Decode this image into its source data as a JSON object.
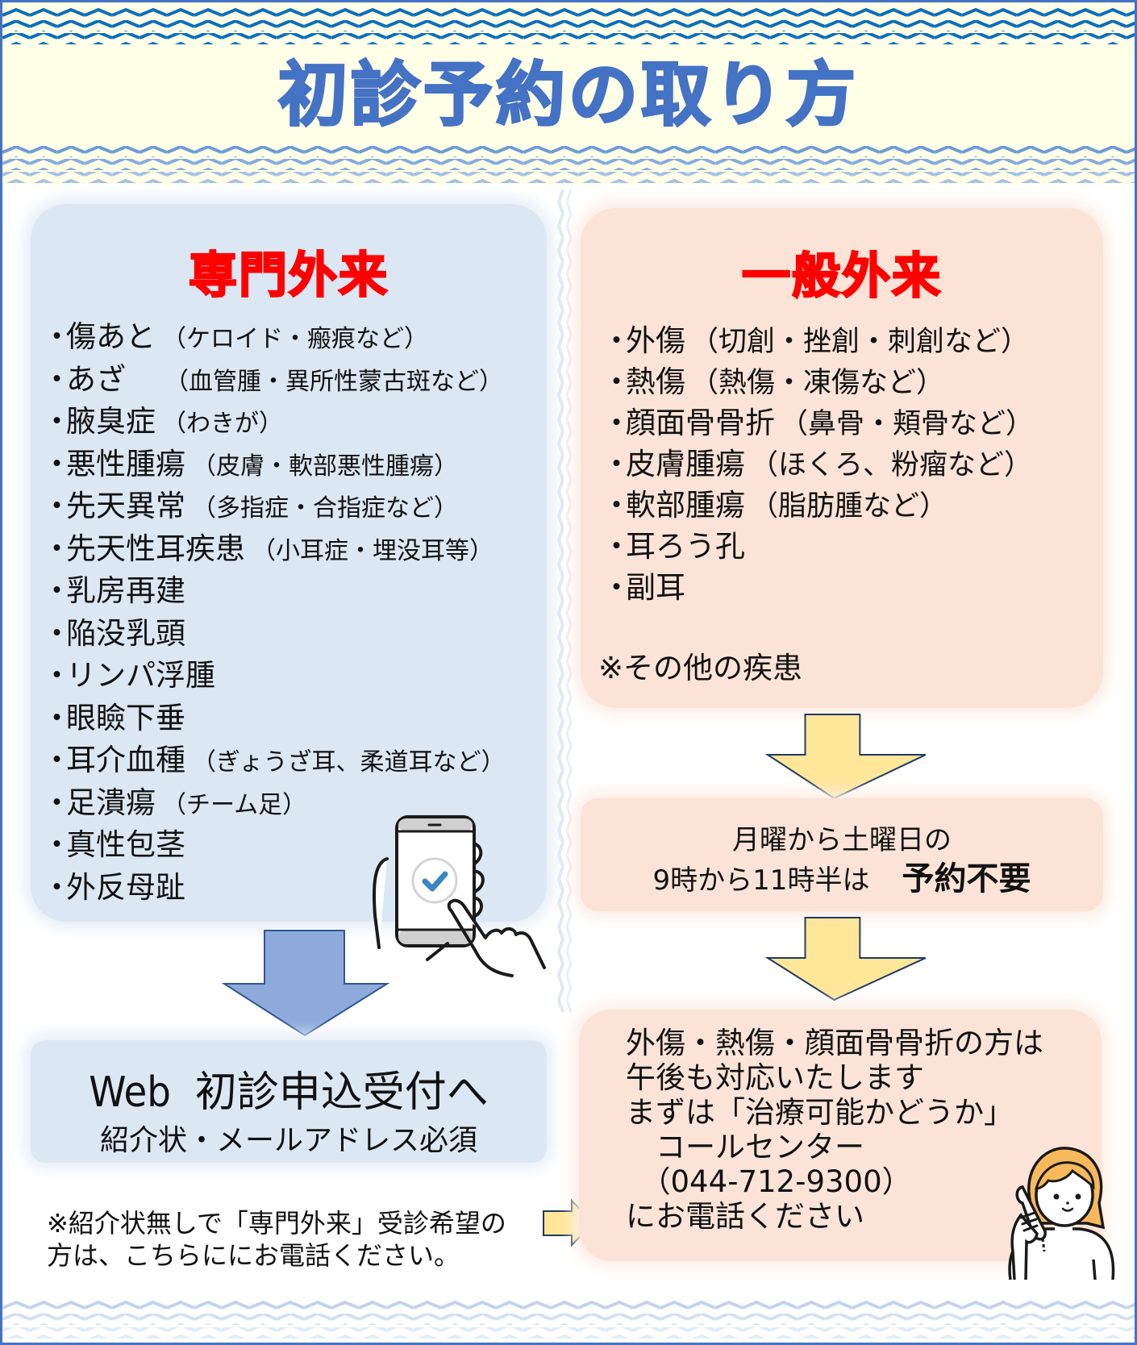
{
  "header": {
    "title": "初診予約の取り方",
    "colors": {
      "background": "#fffee6",
      "title": "#4472c4",
      "wave_dark": "#0070c0",
      "wave_light": "#7fa6dc"
    }
  },
  "specialist": {
    "title": "専門外来",
    "color_panel": "#dce7f4",
    "items": [
      {
        "name": "傷あと",
        "detail": "（ケロイド・瘢痕など）"
      },
      {
        "name": "あざ",
        "detail": "（血管腫・異所性蒙古斑など）"
      },
      {
        "name": "腋臭症",
        "detail": "（わきが）"
      },
      {
        "name": "悪性腫瘍",
        "detail": "（皮膚・軟部悪性腫瘍）"
      },
      {
        "name": "先天異常",
        "detail": "（多指症・合指症など）"
      },
      {
        "name": "先天性耳疾患",
        "detail": "（小耳症・埋没耳等）"
      },
      {
        "name": "乳房再建",
        "detail": ""
      },
      {
        "name": "陥没乳頭",
        "detail": ""
      },
      {
        "name": "リンパ浮腫",
        "detail": ""
      },
      {
        "name": "眼瞼下垂",
        "detail": ""
      },
      {
        "name": "耳介血種",
        "detail": "（ぎょうざ耳、柔道耳など）"
      },
      {
        "name": "足潰瘍",
        "detail": "（チーム足）"
      },
      {
        "name": "真性包茎",
        "detail": ""
      },
      {
        "name": "外反母趾",
        "detail": ""
      }
    ],
    "bullet": "・",
    "illustration": "smartphone-check-icon",
    "web_box": {
      "main": "Web  初診申込受付へ",
      "sub": "紹介状・メールアドレス必須"
    },
    "note": {
      "line1": "※紹介状無しで「専門外来」受診希望の",
      "line2": "方は、こちらににお電話ください。"
    }
  },
  "general": {
    "title": "一般外来",
    "color_panel": "#fbe4d7",
    "items": [
      {
        "name": "外傷",
        "detail": "（切創・挫創・刺創など）"
      },
      {
        "name": "熱傷",
        "detail": "（熱傷・凍傷など）"
      },
      {
        "name": "顔面骨骨折",
        "detail": "（鼻骨・頬骨など）"
      },
      {
        "name": "皮膚腫瘍",
        "detail": "（ほくろ、粉瘤など）"
      },
      {
        "name": "軟部腫瘍",
        "detail": "（脂肪腫など）"
      },
      {
        "name": "耳ろう孔",
        "detail": ""
      },
      {
        "name": "副耳",
        "detail": ""
      }
    ],
    "other_note": "※その他の疾患",
    "hours_box": {
      "line1": "月曜から土曜日の",
      "line2": "9時から11時半は",
      "emphasis": "予約不要"
    },
    "call_box": {
      "line1": "外傷・熱傷・顔面骨骨折の方は",
      "line2": "午後も対応いたします",
      "line3": "まずは「治療可能かどうか」",
      "line4": "　コールセンター",
      "line5": "　（044-712-9300）",
      "line6": "にお電話ください"
    },
    "illustration": "woman-on-phone-icon"
  },
  "arrows": {
    "blue_fill": "#8eaadb",
    "yellow_fill": "#ffe699",
    "stroke": "#1f3864"
  }
}
